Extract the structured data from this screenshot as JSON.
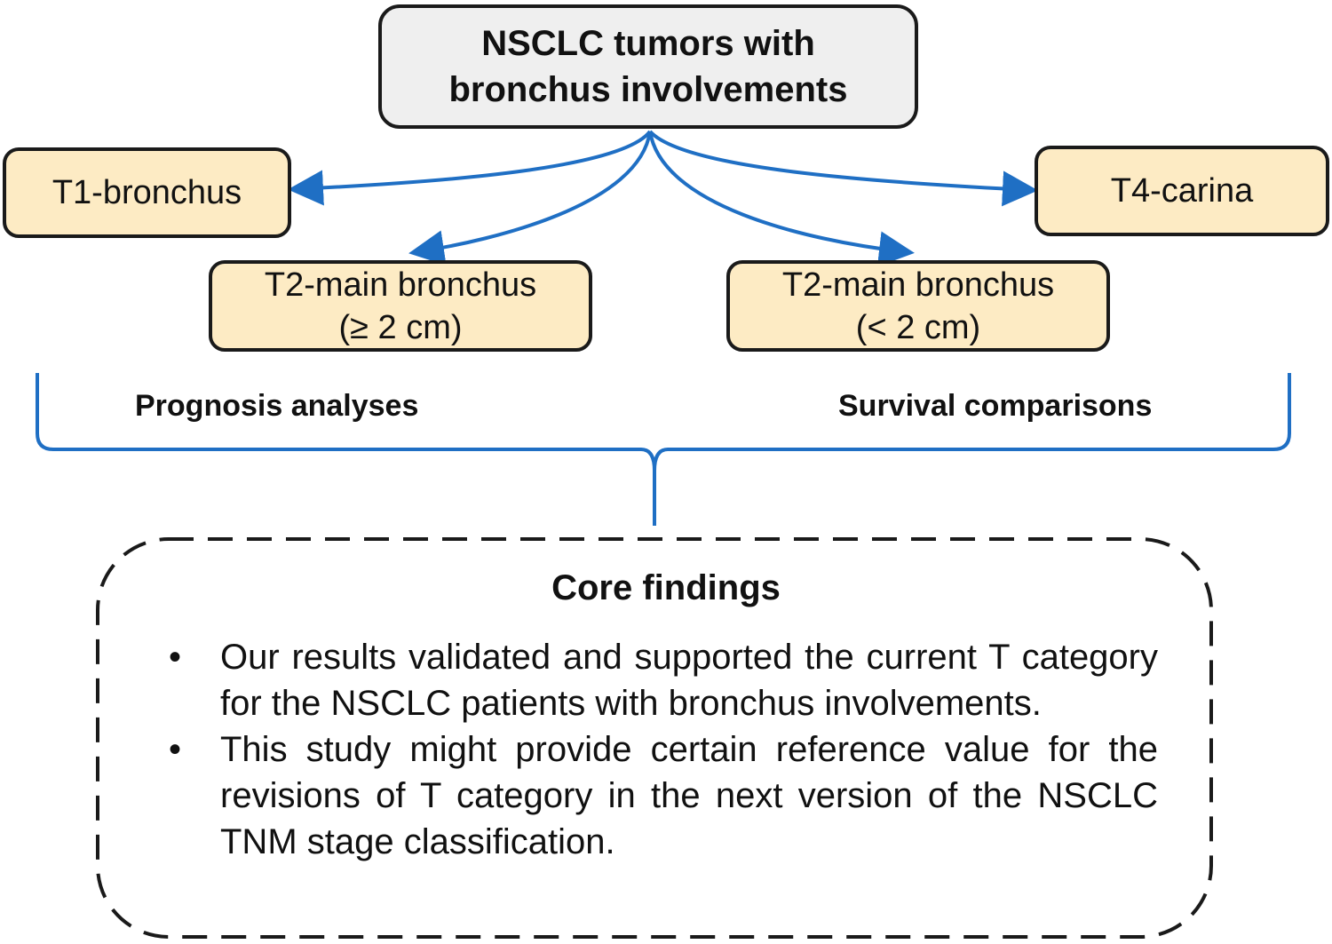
{
  "top": {
    "line1": "NSCLC tumors with",
    "line2": "bronchus involvements"
  },
  "categories": {
    "t1": "T1-bronchus",
    "t4": "T4-carina",
    "t2_large": {
      "line1": "T2-main bronchus",
      "line2": "(≥ 2 cm)"
    },
    "t2_small": {
      "line1": "T2-main bronchus",
      "line2": "(< 2 cm)"
    }
  },
  "analyses": {
    "left": "Prognosis analyses",
    "right": "Survival comparisons"
  },
  "findings": {
    "title": "Core findings",
    "bullet": "•",
    "items": [
      "Our results validated and supported the current T category for the NSCLC patients with bronchus involvements.",
      "This study might provide certain reference value for the revisions of T category in the next version of the NSCLC TNM stage classification."
    ]
  },
  "colors": {
    "connector": "#1f6fc4",
    "category_fill": "#fdebc4",
    "top_fill": "#efefef",
    "border": "#1a1a1a"
  }
}
